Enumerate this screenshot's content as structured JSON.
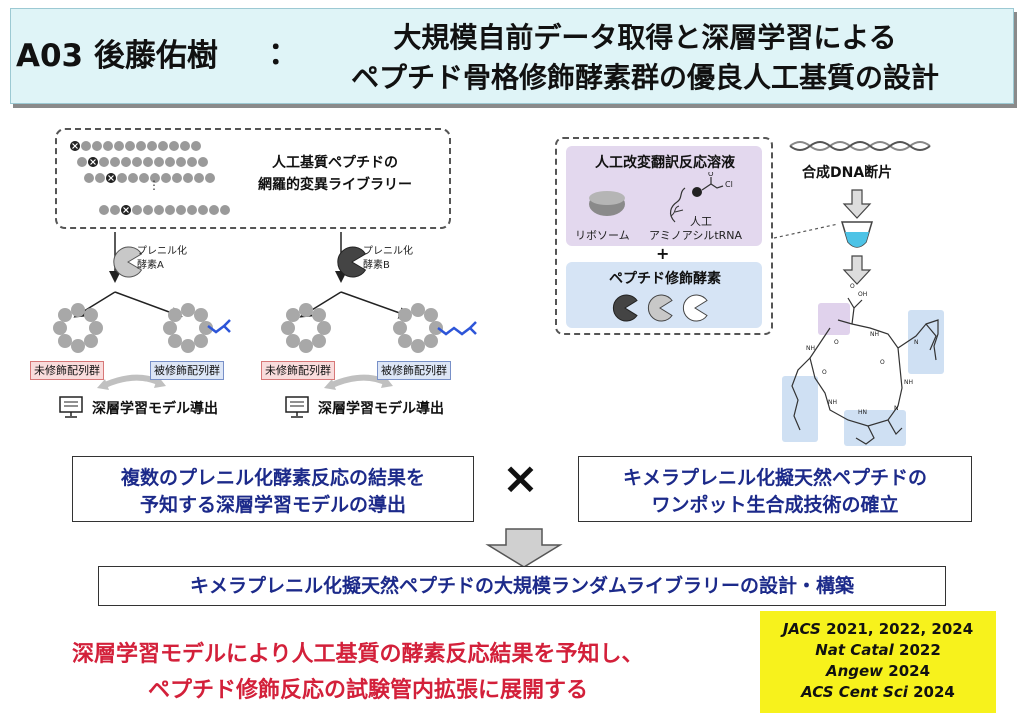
{
  "header": {
    "author": "A03 後藤佑樹",
    "colon": "：",
    "title_line1": "大規模自前データ取得と深層学習による",
    "title_line2": "ペプチド骨格修飾酵素群の優良人工基質の設計"
  },
  "library": {
    "label_line1": "人工基質ペプチドの",
    "label_line2": "網羅的変異ライブラリー",
    "ellipsis": "⋮"
  },
  "left_flow": {
    "enzyme_a_line1": "プレニル化",
    "enzyme_a_line2": "酵素A",
    "enzyme_b_line1": "プレニル化",
    "enzyme_b_line2": "酵素B",
    "unmodified_label": "未修飾配列群",
    "modified_label": "被修飾配列群",
    "deep_learning_label": "深層学習モデル導出"
  },
  "reaction": {
    "solution_title": "人工改変翻訳反応溶液",
    "ribosome_label": "リボソーム",
    "trna_label_line1": "人工",
    "trna_label_line2": "アミノアシルtRNA",
    "cl_label": "Cl",
    "plus": "+",
    "enzyme_title": "ペプチド修飾酵素"
  },
  "dna": {
    "label": "合成DNA断片"
  },
  "goals": {
    "left_line1": "複数のプレニル化酵素反応の結果を",
    "left_line2": "予知する深層学習モデルの導出",
    "times": "×",
    "right_line1": "キメラプレニル化擬天然ペプチドの",
    "right_line2": "ワンポット生合成技術の確立",
    "main": "キメラプレニル化擬天然ペプチドの大規模ランダムライブラリーの設計・構築"
  },
  "conclusion": {
    "line1": "深層学習モデルにより人工基質の酵素反応結果を予知し、",
    "line2": "ペプチド修飾反応の試験管内拡張に展開する"
  },
  "references": [
    {
      "journal": "JACS",
      "years": " 2021, 2022, 2024"
    },
    {
      "journal": "Nat Catal",
      "years": " 2022"
    },
    {
      "journal": "Angew",
      "years": " 2024"
    },
    {
      "journal": "ACS Cent Sci",
      "years": " 2024"
    }
  ],
  "colors": {
    "header_bg": "#dff4f7",
    "unmodified_bg": "#f9dcdc",
    "modified_bg": "#dde6f6",
    "reaction_purple": "#e3d8ee",
    "reaction_blue": "#d6e4f5",
    "goal_text": "#1c2a8a",
    "conclusion_text": "#d3203a",
    "refs_bg": "#f7f21c",
    "bead_gray": "#9a9a9a"
  }
}
